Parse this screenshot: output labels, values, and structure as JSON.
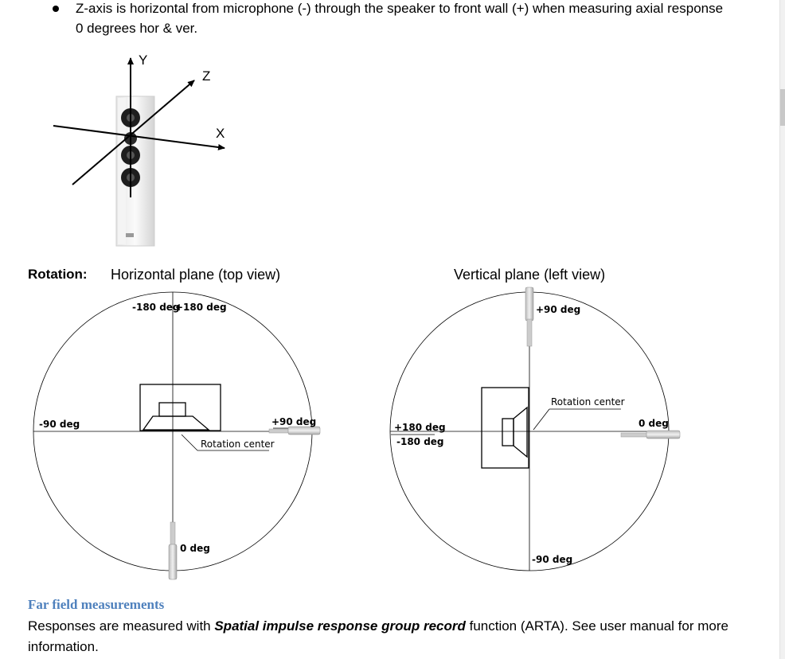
{
  "bullet": {
    "line1": "Z-axis is horizontal from microphone (-) through the speaker to front wall (+) when measuring axial response",
    "line2": "0 degrees hor & ver."
  },
  "axes_figure": {
    "y": "Y",
    "z": "Z",
    "x": "X"
  },
  "rotation_label": "Rotation:",
  "horizontal_plane": {
    "title": "Horizontal plane (top view)",
    "top_left": "-180 deg",
    "top_right": "+180 deg",
    "left": "-90 deg",
    "right": "+90 deg",
    "center": "Rotation center",
    "bottom": "0 deg"
  },
  "vertical_plane": {
    "title": "Vertical plane (left view)",
    "top": "+90 deg",
    "center": "Rotation center",
    "left_upper": "+180 deg",
    "left_lower": "-180 deg",
    "right": "0 deg",
    "bottom": "-90 deg"
  },
  "section": {
    "heading": "Far field measurements",
    "para_before": "Responses are measured with ",
    "para_emphasis": "Spatial impulse response group record",
    "para_after": " function (ARTA). See user manual for more information."
  }
}
